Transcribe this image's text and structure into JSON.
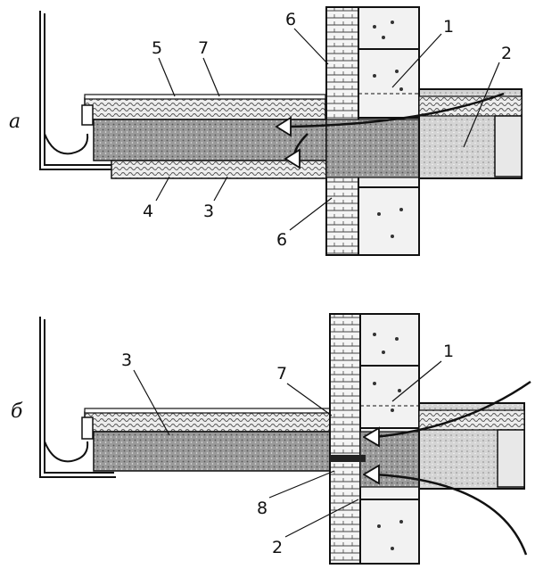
{
  "diagram": {
    "sections": [
      {
        "id": "a",
        "letter": "a"
      },
      {
        "id": "b",
        "letter": "б"
      }
    ],
    "labels_a": {
      "n1": "1",
      "n2": "2",
      "n3": "3",
      "n4": "4",
      "n5": "5",
      "n6_top": "6",
      "n6_bottom": "6",
      "n7": "7"
    },
    "labels_b": {
      "n1": "1",
      "n2": "2",
      "n3": "3",
      "n7": "7",
      "n8": "8"
    }
  }
}
